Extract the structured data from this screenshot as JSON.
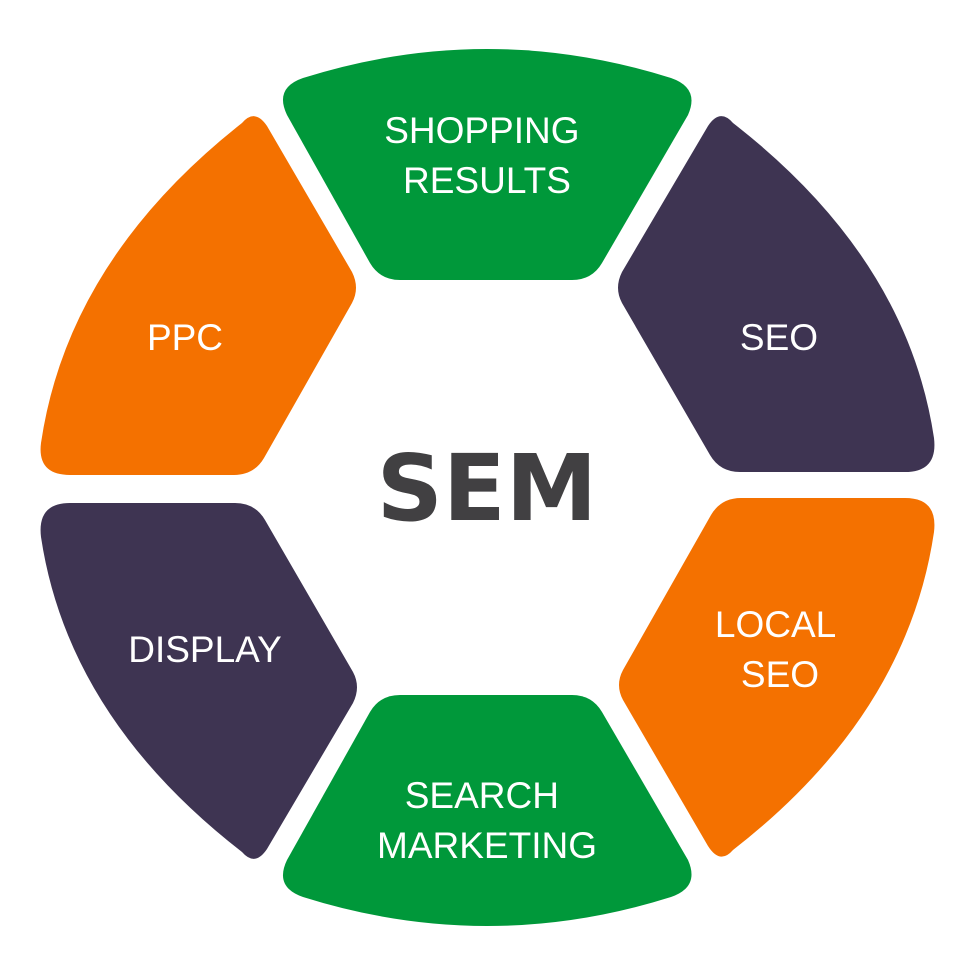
{
  "center": {
    "label": "SEM"
  },
  "colors": {
    "green": "#00983a",
    "purple": "#3e3452",
    "orange": "#f47100",
    "center_text": "#414042",
    "segment_text": "#ffffff"
  },
  "segments": [
    {
      "lines": [
        "SHOPPING",
        "RESULTS"
      ],
      "color": "green"
    },
    {
      "lines": [
        "SEO"
      ],
      "color": "purple"
    },
    {
      "lines": [
        "LOCAL",
        "SEO"
      ],
      "color": "orange"
    },
    {
      "lines": [
        "SEARCH",
        "MARKETING"
      ],
      "color": "green"
    },
    {
      "lines": [
        "DISPLAY"
      ],
      "color": "purple"
    },
    {
      "lines": [
        "PPC"
      ],
      "color": "orange"
    }
  ]
}
